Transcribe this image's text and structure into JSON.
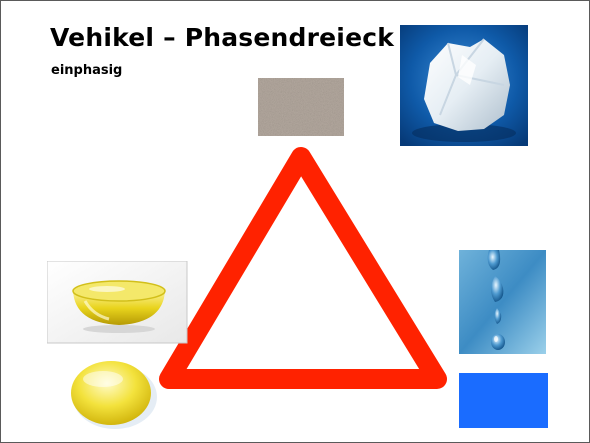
{
  "slide": {
    "title": "Vehikel – Phasendreieck",
    "subtitle": "einphasig"
  },
  "images": {
    "top": [
      "gray-powder-texture",
      "white-crystal-lump-photo"
    ],
    "left": [
      "oil-bowl-photo",
      "yellow-oil-drop"
    ],
    "right": [
      "water-drops-photo",
      "blue-square"
    ]
  },
  "colors": {
    "triangle": "#ff2200",
    "water_square": "#1a6cff",
    "oil": "#f3e23c",
    "powder": "#b4a99f",
    "crystal_bg": "#0a4f98"
  }
}
